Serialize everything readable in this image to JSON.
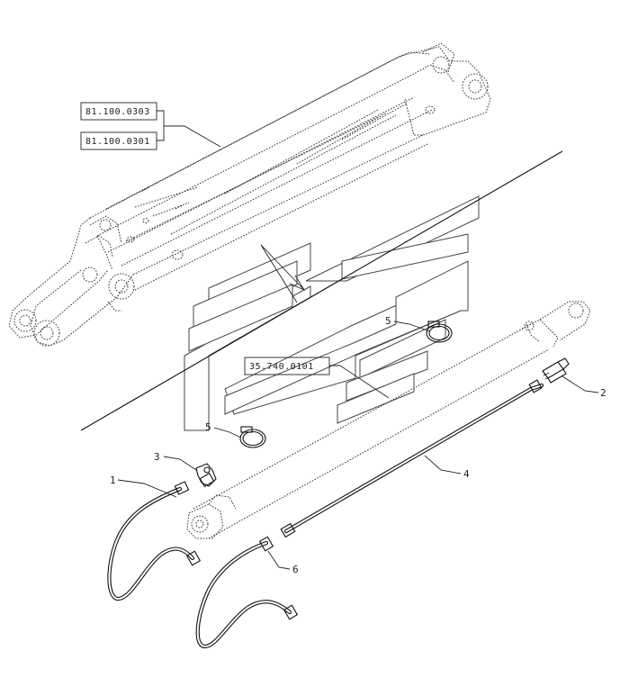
{
  "diagram": {
    "references": [
      {
        "id": "ref-1",
        "text": "81.100.0303"
      },
      {
        "id": "ref-2",
        "text": "81.100.0301"
      },
      {
        "id": "ref-3",
        "text": "35.740.0101"
      }
    ],
    "callouts": [
      {
        "id": "c1",
        "text": "1"
      },
      {
        "id": "c2",
        "text": "2"
      },
      {
        "id": "c3",
        "text": "3"
      },
      {
        "id": "c4",
        "text": "4"
      },
      {
        "id": "c5a",
        "text": "5"
      },
      {
        "id": "c5b",
        "text": "5"
      },
      {
        "id": "c6",
        "text": "6"
      }
    ],
    "colors": {
      "line": "#111111",
      "background": "#ffffff",
      "watermark": "#444444"
    }
  }
}
